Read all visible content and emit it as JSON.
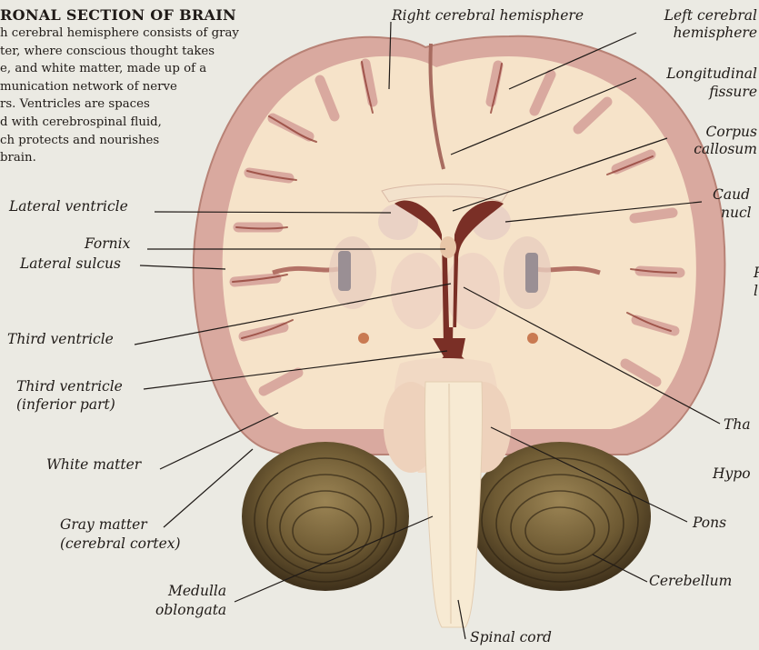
{
  "heading": "RONAL SECTION OF BRAIN",
  "intro_lines": [
    "h cerebral hemisphere consists of gray",
    "ter, where conscious thought takes",
    "e, and white matter, made up of a",
    "munication network of nerve",
    "rs. Ventricles are spaces",
    "d with cerebrospinal fluid,",
    "ch protects and nourishes",
    "brain."
  ],
  "labels": {
    "right_hemisphere": "Right cerebral hemisphere",
    "left_hemisphere_1": "Left cerebral",
    "left_hemisphere_2": "hemisphere",
    "longitudinal_1": "Longitudinal",
    "longitudinal_2": "fissure",
    "corpus_1": "Corpus",
    "corpus_2": "callosum",
    "caudate_1": "Caud",
    "caudate_2": "nucl",
    "lateral_ventricle": "Lateral ventricle",
    "fornix": "Fornix",
    "lateral_sulcus": "Lateral sulcus",
    "putamen_1": "P",
    "putamen_2": "l",
    "third_ventricle": "Third ventricle",
    "third_ventricle_inf_1": "Third ventricle",
    "third_ventricle_inf_2": "(inferior part)",
    "thalamus": "Tha",
    "white_matter": "White matter",
    "hypothalamus": "Hypo",
    "gray_matter_1": "Gray matter",
    "gray_matter_2": "(cerebral cortex)",
    "pons": "Pons",
    "medulla_1": "Medulla",
    "medulla_2": "oblongata",
    "cerebellum": "Cerebellum",
    "spinal_cord": "Spinal cord"
  },
  "colors": {
    "background": "#ebeae3",
    "gray_matter": "#d9a99f",
    "white_matter": "#f6e3c9",
    "ventricle": "#7a2f26",
    "cerebellum": "#5e4a2a",
    "leader_line": "#1f1a17"
  }
}
